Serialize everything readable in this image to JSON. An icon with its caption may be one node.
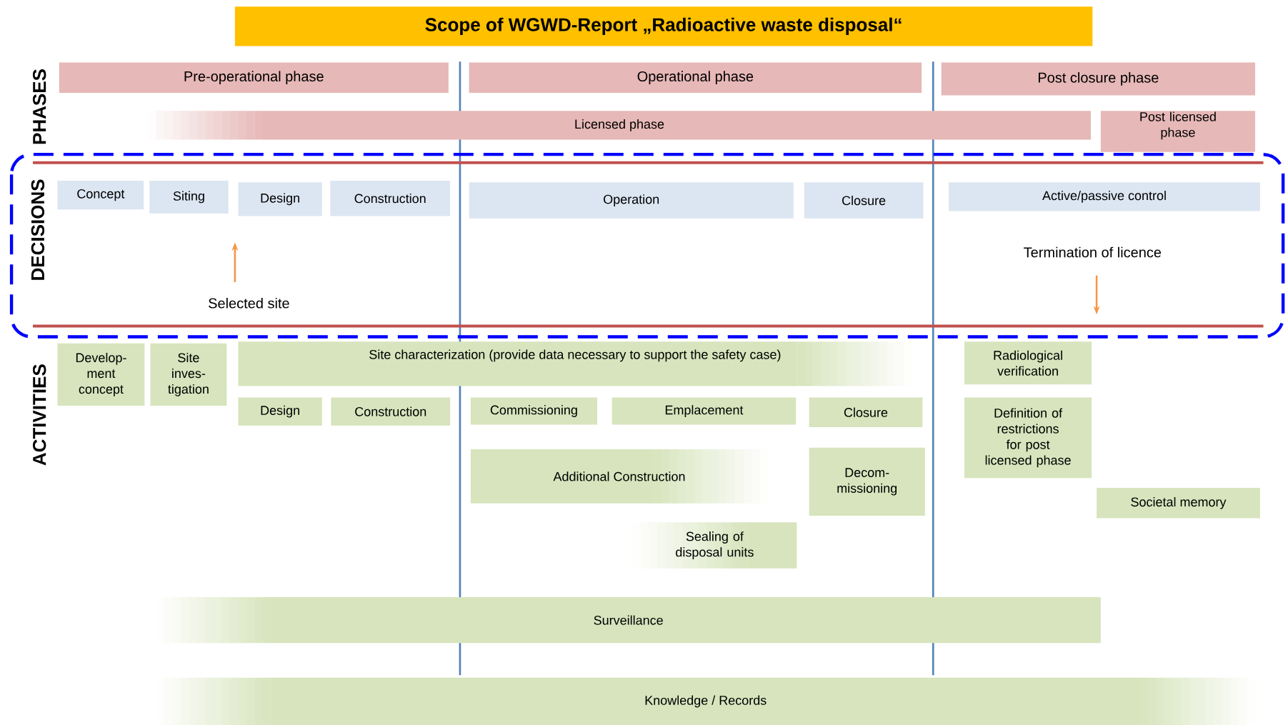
{
  "diagram": {
    "title": "Scope of WGWD-Report „Radioactive waste disposal“",
    "nodes": [
      {
        "text": [
          "Pre-operational phase"
        ]
      },
      {
        "text": [
          "Operational phase"
        ]
      },
      {
        "text": [
          "Post closure phase"
        ]
      },
      {
        "text": [
          "Licensed phase"
        ]
      },
      {
        "text": [
          "Post licensed phase"
        ]
      },
      {
        "text": [
          "Concept"
        ]
      },
      {
        "text": [
          "Siting"
        ]
      },
      {
        "text": [
          "Design"
        ]
      },
      {
        "text": [
          "Construction"
        ]
      },
      {
        "text": [
          "Operation"
        ]
      },
      {
        "text": [
          "Closure"
        ]
      },
      {
        "text": [
          "Active/passive control"
        ]
      },
      {
        "text": [
          "Selected site"
        ]
      },
      {
        "text": [
          "Termination of licence"
        ]
      },
      {
        "text": [
          "Develop-ment concept"
        ]
      },
      {
        "text": [
          "Site inves-tigation"
        ]
      },
      {
        "text": [
          "Site characterization (provide data necessary to support the safety case)"
        ]
      },
      {
        "text": [
          "Design"
        ]
      },
      {
        "text": [
          "Construction"
        ]
      },
      {
        "text": [
          "Commissioning"
        ]
      },
      {
        "text": [
          "Emplacement"
        ]
      },
      {
        "text": [
          "Closure"
        ]
      },
      {
        "text": [
          "Additional Construction"
        ]
      },
      {
        "text": [
          "Decom-missioning"
        ]
      },
      {
        "text": [
          "Sealing of disposal units"
        ]
      },
      {
        "text": [
          "Radiological verification"
        ]
      },
      {
        "text": [
          "Definition of restrictions for post licensed phase"
        ]
      },
      {
        "text": [
          "Societal memory"
        ]
      },
      {
        "text": [
          "Surveillance"
        ]
      },
      {
        "text": [
          "Knowledge / Records"
        ]
      }
    ],
    "edges": [
      {
        "from": 12,
        "to": null,
        "arrow": "to"
      },
      {
        "from": 13,
        "to": null,
        "arrow": "to"
      }
    ],
    "labels": [
      "PHASES",
      "DECISIONS",
      "ACTIVITIES"
    ]
  }
}
